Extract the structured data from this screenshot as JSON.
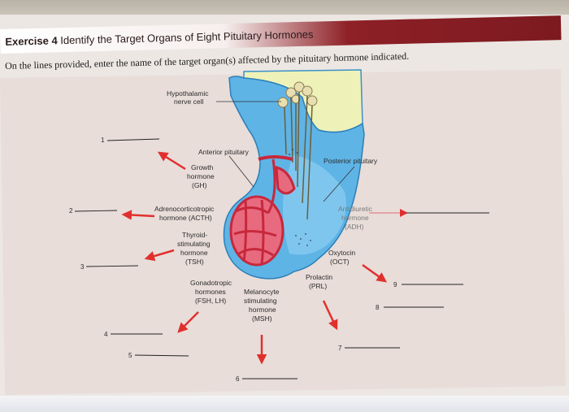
{
  "exercise": {
    "number_label": "Exercise 4",
    "title": "Identify the Target Organs of Eight Pituitary Hormones",
    "instructions": "On the lines provided, enter the name of the target organ(s) affected by the pituitary hormone indicated."
  },
  "labels": {
    "hypothalamic_line1": "Hypothalamic",
    "hypothalamic_line2": "nerve cell",
    "anterior_pituitary": "Anterior pituitary",
    "posterior_pituitary": "Posterior pituitary",
    "gh_line1": "Growth",
    "gh_line2": "hormone",
    "gh_line3": "(GH)",
    "acth_line1": "Adrenocorticotropic",
    "acth_line2": "hormone (ACTH)",
    "tsh_line1": "Thyroid-",
    "tsh_line2": "stimulating",
    "tsh_line3": "hormone",
    "tsh_line4": "(TSH)",
    "gonad_line1": "Gonadotropic",
    "gonad_line2": "hormones",
    "gonad_line3": "(FSH, LH)",
    "msh_line1": "Melanocyte",
    "msh_line2": "stimulating",
    "msh_line3": "hormone",
    "msh_line4": "(MSH)",
    "prl_line1": "Prolactin",
    "prl_line2": "(PRL)",
    "adh_line1": "Antidiuretic",
    "adh_line2": "hormone",
    "adh_line3": "(ADH)",
    "oct_line1": "Oxytocin",
    "oct_line2": "(OCT)"
  },
  "answer_numbers": [
    "1",
    "2",
    "3",
    "4",
    "5",
    "6",
    "7",
    "8",
    "9"
  ],
  "colors": {
    "banner_red": "#8e2027",
    "gland_blue": "#5fb4e6",
    "hypothalamus_yellow": "#eef2b8",
    "vessel_red": "#c8283c",
    "arrow_red": "#e0302e"
  }
}
